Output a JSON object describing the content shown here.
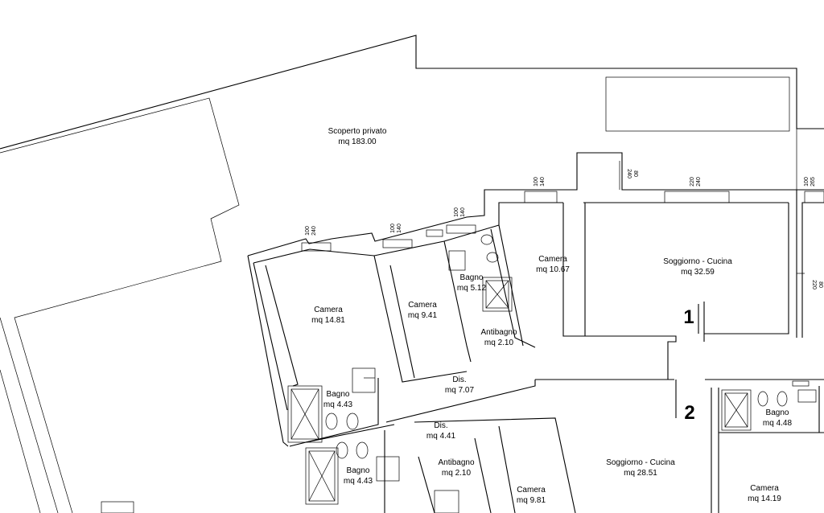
{
  "plan": {
    "scoperto": {
      "name": "Scoperto privato",
      "area": "mq 183.00"
    },
    "unit_labels": [
      "1",
      "2"
    ],
    "rooms": [
      {
        "id": "camera-a",
        "name": "Camera",
        "area": "mq 14.81"
      },
      {
        "id": "camera-b",
        "name": "Camera",
        "area": "mq 9.41"
      },
      {
        "id": "bagno-a",
        "name": "Bagno",
        "area": "mq 5.12"
      },
      {
        "id": "antibagno-a",
        "name": "Antibagno",
        "area": "mq 2.10"
      },
      {
        "id": "camera-c",
        "name": "Camera",
        "area": "mq 10.67"
      },
      {
        "id": "soggiorno-1",
        "name": "Soggiorno - Cucina",
        "area": "mq 32.59"
      },
      {
        "id": "dis-a",
        "name": "Dis.",
        "area": "mq 7.07"
      },
      {
        "id": "bagno-b",
        "name": "Bagno",
        "area": "mq 4.43"
      },
      {
        "id": "dis-b",
        "name": "Dis.",
        "area": "mq 4.41"
      },
      {
        "id": "bagno-c",
        "name": "Bagno",
        "area": "mq 4.43"
      },
      {
        "id": "antibagno-b",
        "name": "Antibagno",
        "area": "mq 2.10"
      },
      {
        "id": "camera-d",
        "name": "Camera",
        "area": "mq 9.81"
      },
      {
        "id": "soggiorno-2",
        "name": "Soggiorno - Cucina",
        "area": "mq 28.51"
      },
      {
        "id": "bagno-d",
        "name": "Bagno",
        "area": "mq 4.48"
      },
      {
        "id": "camera-e",
        "name": "Camera",
        "area": "mq 14.19"
      }
    ],
    "window_dims": [
      {
        "top": "100",
        "bottom": "240"
      },
      {
        "top": "100",
        "bottom": "140"
      },
      {
        "top": "100",
        "bottom": "140"
      },
      {
        "top": "100",
        "bottom": "140"
      },
      {
        "top": "220",
        "bottom": "240"
      },
      {
        "top": "100",
        "bottom": "265"
      },
      {
        "top": "240",
        "bottom": "80"
      },
      {
        "top": "220",
        "bottom": "80"
      }
    ]
  }
}
